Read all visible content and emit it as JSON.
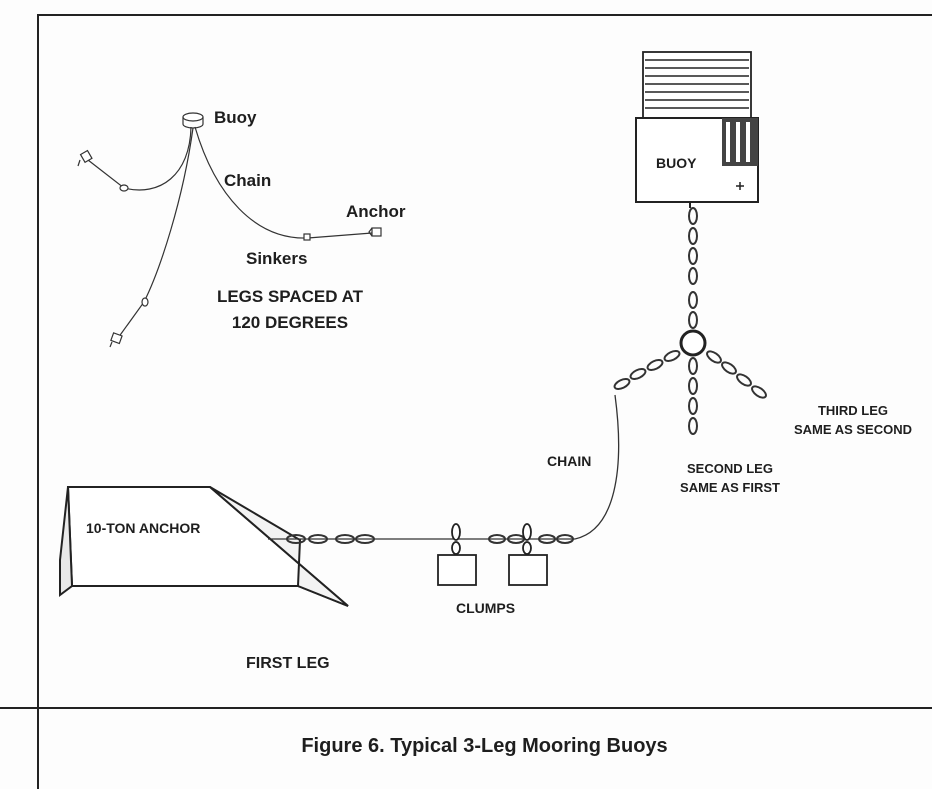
{
  "small_diagram": {
    "buoy_label": "Buoy",
    "chain_label": "Chain",
    "anchor_label": "Anchor",
    "sinkers_label": "Sinkers",
    "legs_note_line1": "LEGS SPACED AT",
    "legs_note_line2": "120 DEGREES"
  },
  "main_diagram": {
    "buoy_label": "BUOY",
    "anchor_label": "10-TON ANCHOR",
    "first_leg_label": "FIRST LEG",
    "clumps_label": "CLUMPS",
    "chain_label": "CHAIN",
    "second_leg_line1": "SECOND LEG",
    "second_leg_line2": "SAME AS FIRST",
    "third_leg_line1": "THIRD LEG",
    "third_leg_line2": "SAME AS SECOND"
  },
  "caption": "Figure 6.  Typical 3-Leg Mooring Buoys"
}
